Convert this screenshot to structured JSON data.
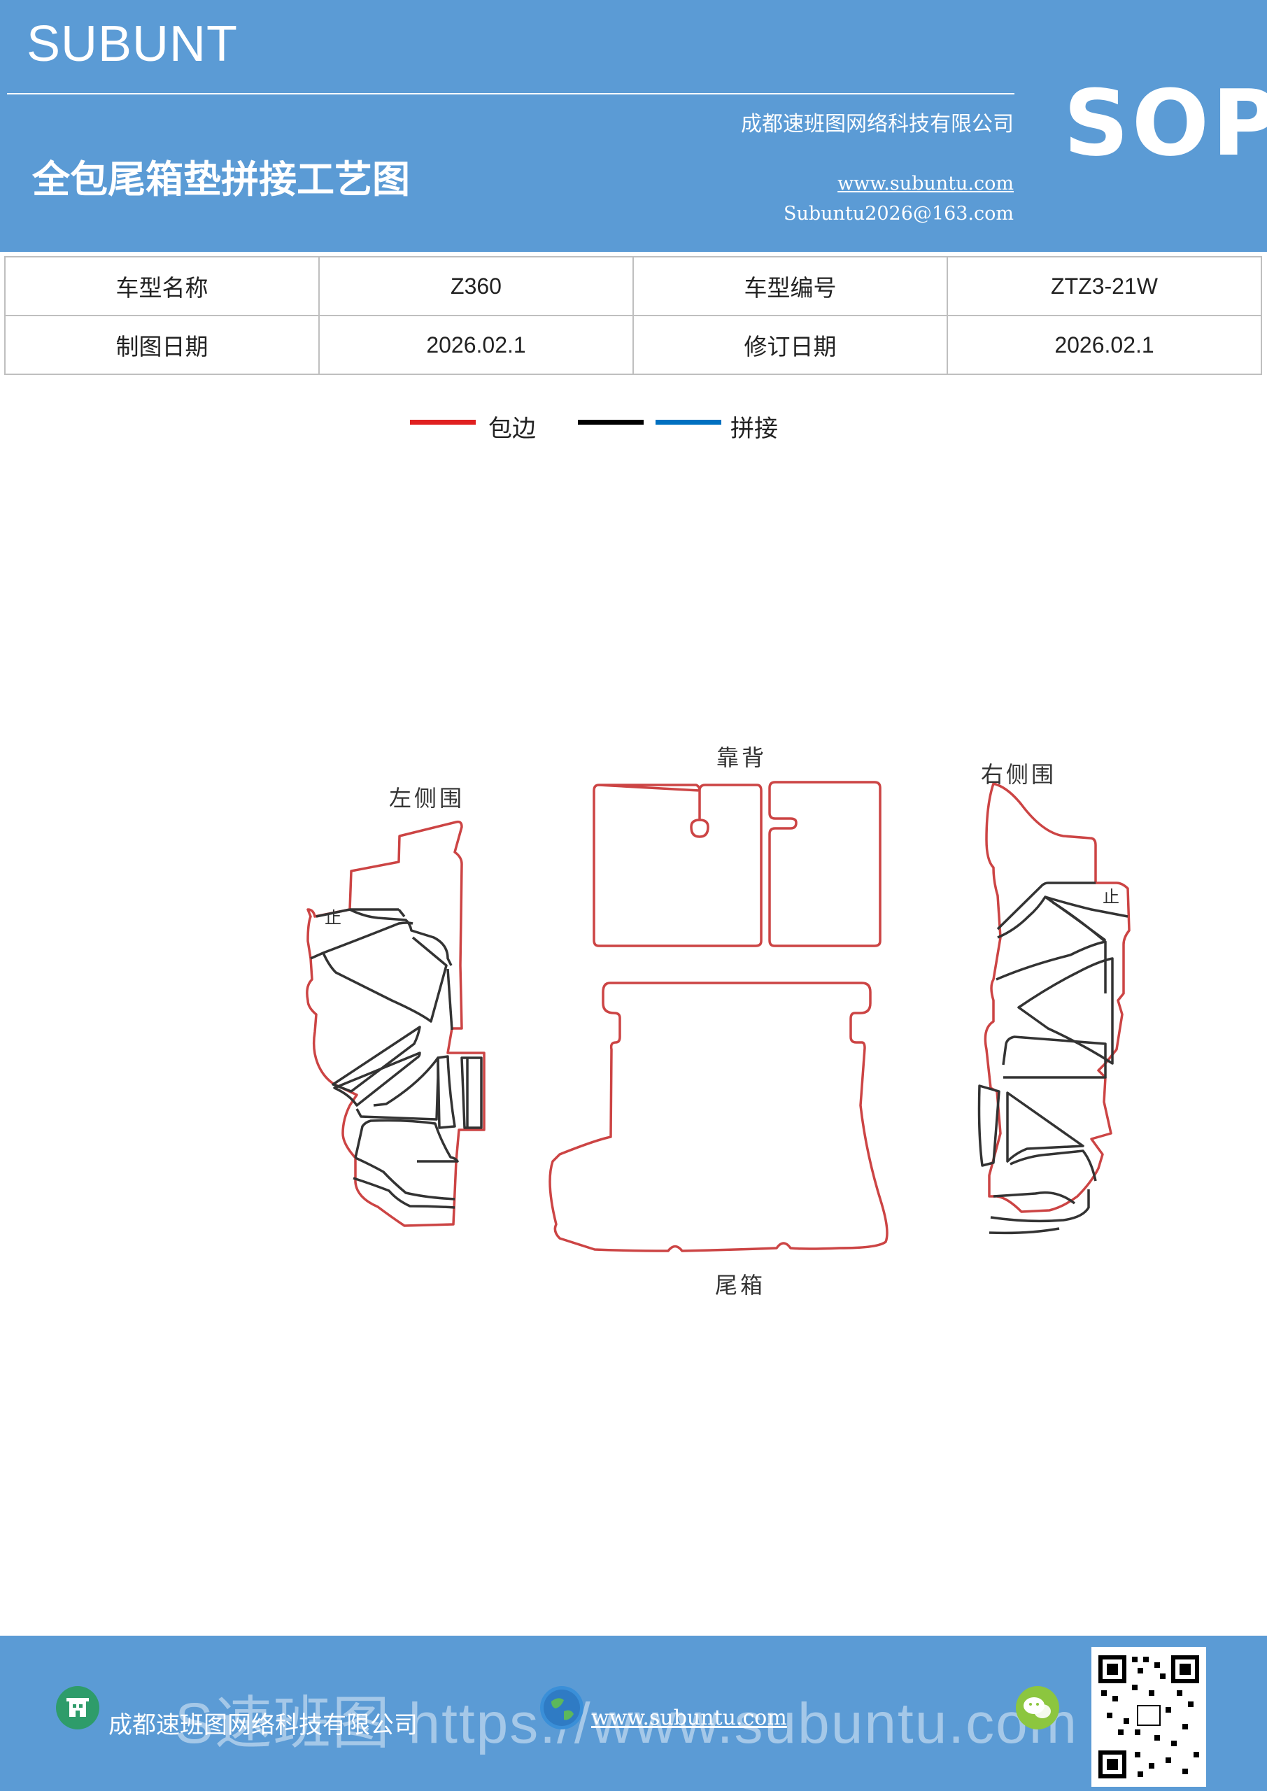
{
  "header": {
    "brand": "SUBUNT",
    "title": "全包尾箱垫拼接工艺图",
    "badge": "SOP",
    "company": "成都速班图网络科技有限公司",
    "website": "www.subuntu.com",
    "email": "Subuntu2026@163.com"
  },
  "info_table": {
    "rows": [
      [
        {
          "label": "车型名称"
        },
        {
          "value": "Z360"
        },
        {
          "label": "车型编号"
        },
        {
          "value": "ZTZ3-21W"
        }
      ],
      [
        {
          "label": "制图日期"
        },
        {
          "value": "2026.02.1"
        },
        {
          "label": "修订日期"
        },
        {
          "value": "2026.02.1"
        }
      ]
    ]
  },
  "legend": {
    "edge_label": "包边",
    "splice_label": "拼接",
    "colors": {
      "edge": "#e02020",
      "black": "#000000",
      "blue": "#0070c0"
    }
  },
  "diagram": {
    "parts": {
      "left_side": "左侧围",
      "backrest": "靠背",
      "right_side": "右侧围",
      "trunk": "尾箱"
    },
    "stop_mark": "止",
    "colors": {
      "outline": "#cc4444",
      "seam": "#333333"
    }
  },
  "footer": {
    "company": "成都速班图网络科技有限公司",
    "website": "www.subuntu.com",
    "watermark": "S速班图 https://www.subuntu.com",
    "icons": [
      "building-icon",
      "globe-icon",
      "wechat-icon"
    ]
  }
}
